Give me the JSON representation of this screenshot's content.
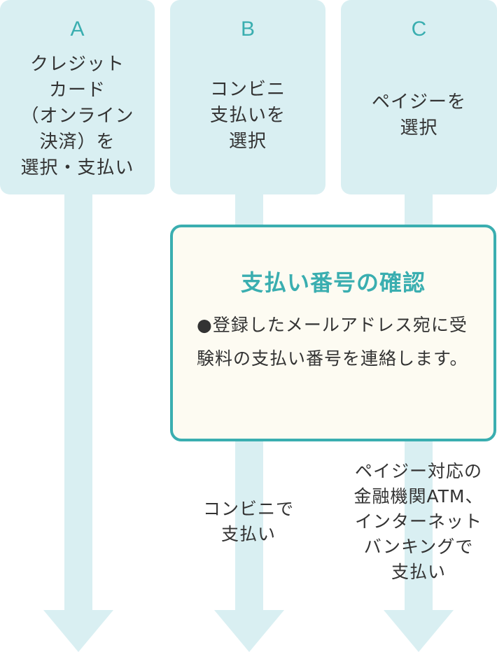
{
  "colors": {
    "accent": "#3aaeb0",
    "light_fill": "#d9eff2",
    "box_fill": "#fdfbf2",
    "text": "#333333"
  },
  "options": [
    {
      "letter": "A",
      "text": "クレジット\nカード\n（オンライン\n決済）を\n選択・支払い"
    },
    {
      "letter": "B",
      "text": "コンビニ\n支払いを\n選択"
    },
    {
      "letter": "C",
      "text": "ペイジーを\n選択"
    }
  ],
  "confirmation": {
    "title": "支払い番号の確認",
    "body": "●登録したメールアドレス宛に受験料の支払い番号を連絡します。"
  },
  "outcomes": {
    "b": "コンビニで\n支払い",
    "c": "ペイジー対応の\n金融機関ATM、\nインターネット\nバンキングで\n支払い"
  }
}
